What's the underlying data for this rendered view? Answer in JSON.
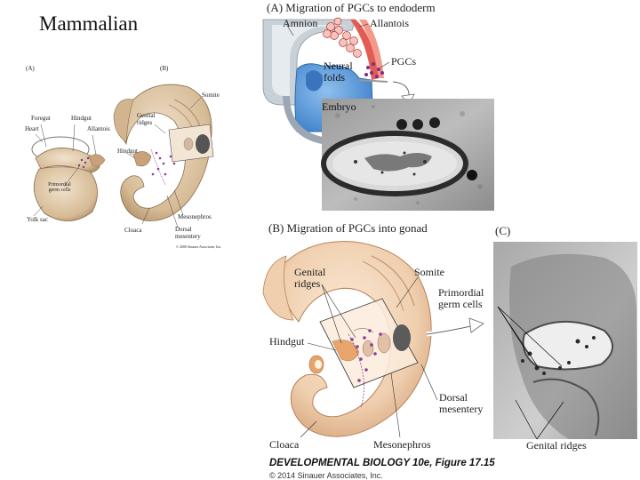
{
  "slide": {
    "title": "Mammalian"
  },
  "small_figure": {
    "panel_a": "(A)",
    "panel_b": "(B)",
    "labels": {
      "foregut": "Foregut",
      "hindgut_a": "Hindgut",
      "heart": "Heart",
      "allantois": "Allantois",
      "primordial_germ_cells": "Primordial germ cells",
      "yolk_sac": "Yolk sac",
      "somite": "Somite",
      "genital_ridges": "Genital ridges",
      "hindgut_b": "Hindgut",
      "cloaca": "Cloaca",
      "mesonephros": "Mesonephros",
      "dorsal_mesentery": "Dorsal mesentery"
    },
    "copyright": "© 2000 Sinauer Associates, Inc."
  },
  "panel_a": {
    "title": "(A)  Migration of PGCs to endoderm",
    "labels": {
      "amnion": "Amnion",
      "allantois": "Allantois",
      "pgcs": "PGCs",
      "neural_folds": "Neural folds",
      "embryo": "Embryo"
    }
  },
  "panel_b": {
    "title": "(B)  Migration of PGCs into gonad",
    "labels": {
      "genital_ridges": "Genital ridges",
      "somite": "Somite",
      "primordial_germ_cells": "Primordial germ cells",
      "hindgut": "Hindgut",
      "dorsal_mesentery": "Dorsal mesentery",
      "cloaca": "Cloaca",
      "mesonephros": "Mesonephros"
    }
  },
  "panel_c": {
    "title": "(C)",
    "labels": {
      "genital_ridges": "Genital ridges"
    }
  },
  "credit": {
    "book": "DEVELOPMENTAL BIOLOGY 10e, Figure 17.15",
    "copyright": "© 2014 Sinauer Associates, Inc."
  },
  "colors": {
    "embryo_blue": "#4d8fd6",
    "amnion_gray": "#9aa7b3",
    "allantois_red": "#d9534f",
    "pgc_purple": "#7b3d8f",
    "embryo_tan": "#e9c9a6",
    "small_tan": "#d9c2a0"
  }
}
